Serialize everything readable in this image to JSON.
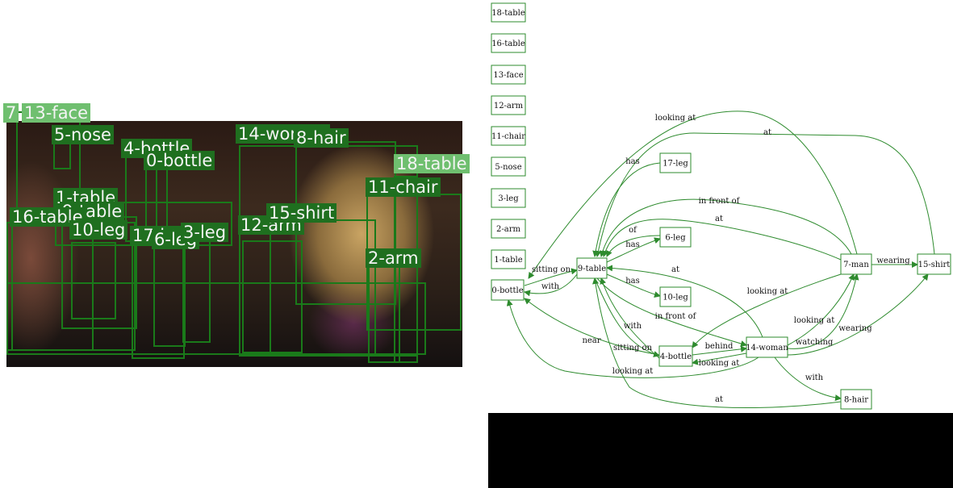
{
  "colors": {
    "edge": "#2e8b2e",
    "node_border": "#2e8b2e",
    "box": "#1a7a1a",
    "tag_bg": "#1f6f1f",
    "redaction": "#000000"
  },
  "photo": {
    "labels": [
      "7",
      "13-face",
      "5-nose",
      "4-bottle",
      "0-bottle",
      "14-woman",
      "8-hair",
      "18-table",
      "11-chair",
      "1-table",
      "9-table",
      "16-table",
      "10-leg",
      "17-leg",
      "6-leg",
      "3-leg",
      "12-arm",
      "15-shirt",
      "2-arm"
    ]
  },
  "graph": {
    "isolated_nodes": [
      "18-table",
      "16-table",
      "13-face",
      "12-arm",
      "11-chair",
      "5-nose",
      "3-leg",
      "2-arm",
      "1-table"
    ],
    "nodes": [
      "9-table",
      "0-bottle",
      "17-leg",
      "6-leg",
      "10-leg",
      "4-bottle",
      "14-woman",
      "7-man",
      "15-shirt",
      "8-hair"
    ],
    "edge_labels": [
      "looking at",
      "at",
      "has",
      "in front of",
      "at",
      "of",
      "has",
      "sitting on",
      "with",
      "has",
      "at",
      "looking at",
      "with",
      "in front of",
      "near",
      "sitting on",
      "behind",
      "looking at",
      "looking at",
      "watching",
      "looking at",
      "wearing",
      "wearing",
      "with",
      "at"
    ]
  }
}
